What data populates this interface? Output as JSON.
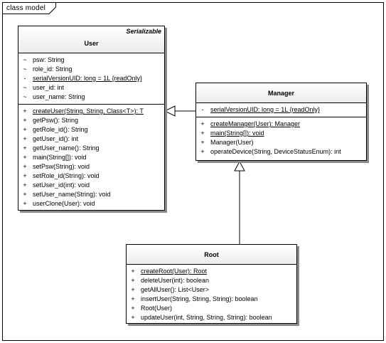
{
  "frame": {
    "label": "class model"
  },
  "classes": {
    "user": {
      "stereotype": "Serializable",
      "name": "User",
      "attributes": [
        {
          "vis": "~",
          "text": "psw: String",
          "static": false
        },
        {
          "vis": "~",
          "text": "role_id: String",
          "static": false
        },
        {
          "vis": "-",
          "text": "serialVersionUID: long = 1L {readOnly}",
          "static": true
        },
        {
          "vis": "~",
          "text": "user_id: int",
          "static": false
        },
        {
          "vis": "~",
          "text": "user_name: String",
          "static": false
        }
      ],
      "operations": [
        {
          "vis": "+",
          "text": "createUser(String, String, Class<T>): T",
          "static": true
        },
        {
          "vis": "+",
          "text": "getPsw(): String",
          "static": false
        },
        {
          "vis": "+",
          "text": "getRole_id(): String",
          "static": false
        },
        {
          "vis": "+",
          "text": "getUser_id(): int",
          "static": false
        },
        {
          "vis": "+",
          "text": "getUser_name(): String",
          "static": false
        },
        {
          "vis": "+",
          "text": "main(String[]): void",
          "static": false
        },
        {
          "vis": "+",
          "text": "setPsw(String): void",
          "static": false
        },
        {
          "vis": "+",
          "text": "setRole_id(String): void",
          "static": false
        },
        {
          "vis": "+",
          "text": "setUser_id(int): void",
          "static": false
        },
        {
          "vis": "+",
          "text": "setUser_name(String): void",
          "static": false
        },
        {
          "vis": "+",
          "text": "userClone(User): void",
          "static": false
        }
      ]
    },
    "manager": {
      "name": "Manager",
      "attributes": [
        {
          "vis": "-",
          "text": "serialVersionUID: long = 1L {readOnly}",
          "static": true
        }
      ],
      "operations": [
        {
          "vis": "+",
          "text": "createManager(User): Manager",
          "static": true
        },
        {
          "vis": "+",
          "text": "main(String[]): void",
          "static": true
        },
        {
          "vis": "+",
          "text": "Manager(User)",
          "static": false
        },
        {
          "vis": "+",
          "text": "operateDevice(String, DeviceStatusEnum): int",
          "static": false
        }
      ]
    },
    "root": {
      "name": "Root",
      "operations": [
        {
          "vis": "+",
          "text": "createRoot(User): Root",
          "static": true
        },
        {
          "vis": "+",
          "text": "deleteUser(int): boolean",
          "static": false
        },
        {
          "vis": "+",
          "text": "getAllUser(): List<User>",
          "static": false
        },
        {
          "vis": "+",
          "text": "insertUser(String, String, String): boolean",
          "static": false
        },
        {
          "vis": "+",
          "text": "Root(User)",
          "static": false
        },
        {
          "vis": "+",
          "text": "updateUser(int, String, String, String): boolean",
          "static": false
        }
      ]
    }
  },
  "relations": [
    {
      "type": "generalization",
      "from": "Manager",
      "to": "User"
    },
    {
      "type": "generalization",
      "from": "Root",
      "to": "Manager"
    }
  ]
}
